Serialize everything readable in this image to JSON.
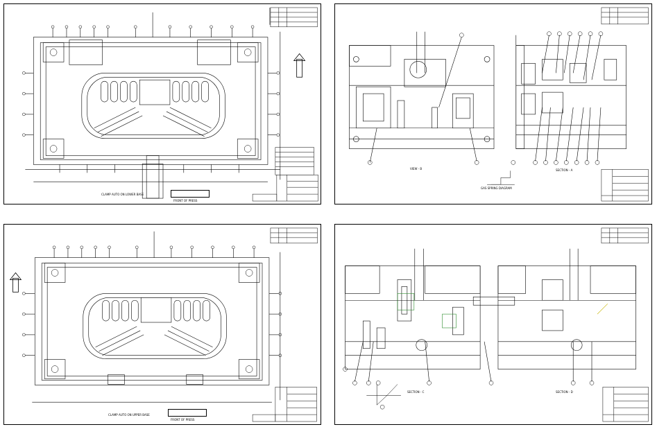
{
  "sheets": {
    "top_left": {
      "view_label": "CLAMP AUTO ON LOWER BASE",
      "front_label": "FRONT OF PRESS"
    },
    "top_right": {
      "view_a": "VIEW - B",
      "view_b": "SECTION - A",
      "diagram_title": "GAS SPRING DIAGRAM"
    },
    "bottom_left": {
      "view_label": "CLAMP AUTO ON UPPER BASE",
      "front_label": "FRONT OF PRESS"
    },
    "bottom_right": {
      "section_a": "SECTION - C",
      "section_b": "SECTION - D"
    }
  },
  "colors": {
    "line": "#000000",
    "accent_green": "#2a8a2a",
    "accent_yellow": "#c8b400",
    "background": "#ffffff"
  }
}
